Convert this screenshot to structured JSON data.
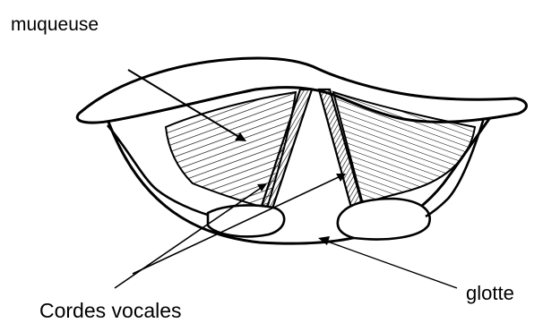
{
  "labels": {
    "muqueuse": "muqueuse",
    "glotte": "glotte",
    "cordes_vocales": "Cordes vocales"
  },
  "colors": {
    "ink": "#000000",
    "background": "#ffffff"
  }
}
